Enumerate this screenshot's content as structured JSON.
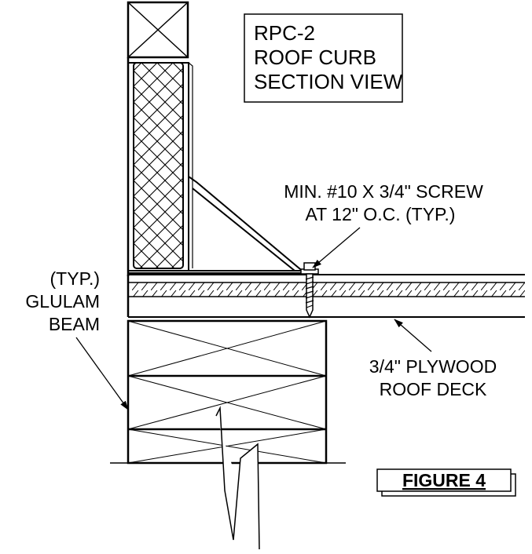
{
  "title_block": {
    "line1": "RPC-2",
    "line2": "ROOF CURB",
    "line3": "SECTION VIEW"
  },
  "callouts": {
    "screw_line1": "MIN. #10 X 3/4\" SCREW",
    "screw_line2": "AT 12\" O.C. (TYP.)",
    "beam_line1": "(TYP.)",
    "beam_line2": "GLULAM",
    "beam_line3": "BEAM",
    "deck_line1": "3/4\" PLYWOOD",
    "deck_line2": "ROOF DECK"
  },
  "figure_label": "FIGURE 4"
}
